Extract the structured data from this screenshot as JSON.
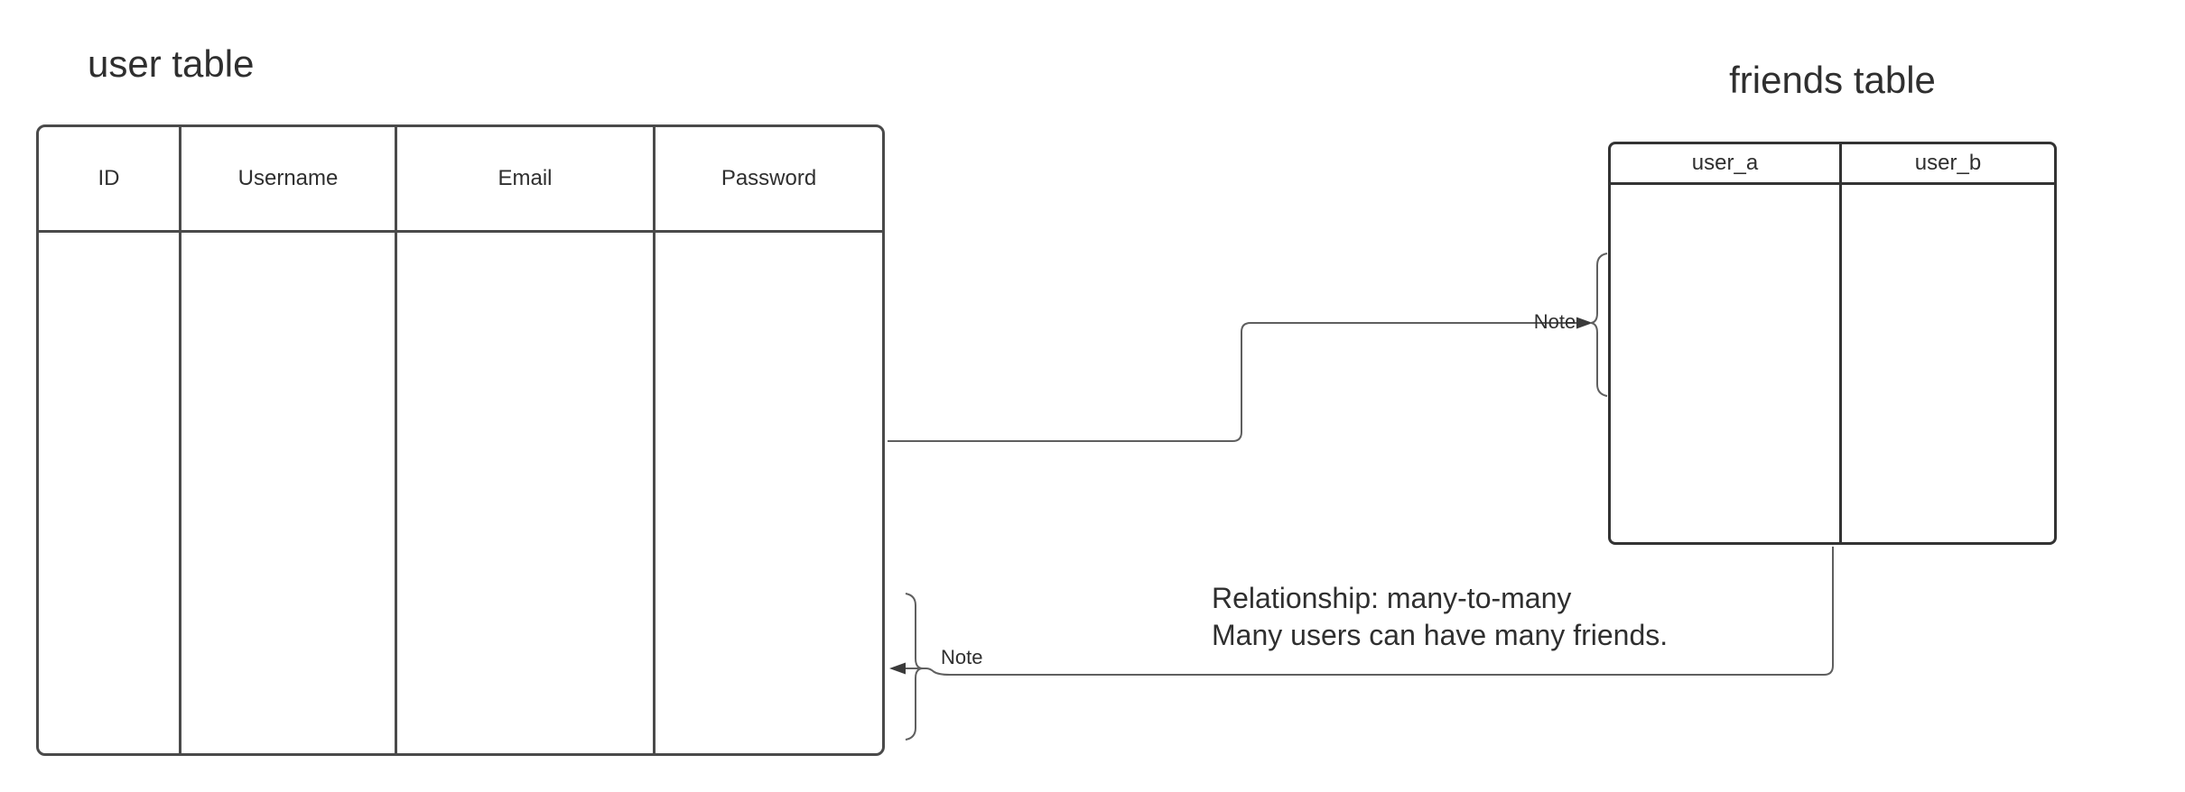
{
  "diagram": {
    "user_table": {
      "title": "user table",
      "columns": [
        "ID",
        "Username",
        "Email",
        "Password"
      ]
    },
    "friends_table": {
      "title": "friends table",
      "columns": [
        "user_a",
        "user_b"
      ]
    },
    "edges": {
      "top_note_label": "Note",
      "bottom_note_label": "Note"
    },
    "annotation": {
      "line1": "Relationship: many-to-many",
      "line2": "Many users can have many friends."
    },
    "colors": {
      "user_table_border": "#4a4a4a",
      "friends_table_border": "#333333",
      "connector_line": "#5f5f5f",
      "arrowhead": "#3a3a3a",
      "text": "#2f2f2f",
      "background": "#ffffff"
    }
  }
}
